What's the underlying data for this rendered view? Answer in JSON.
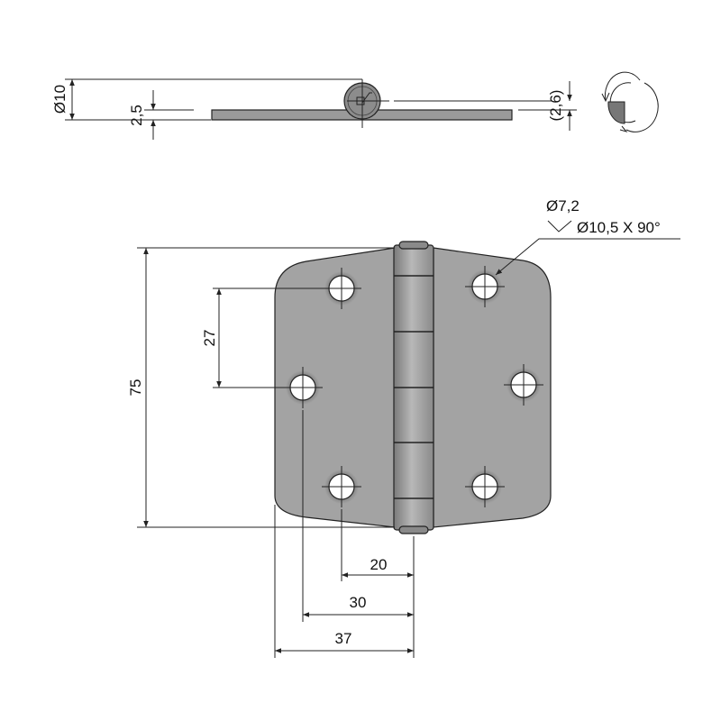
{
  "top_view": {
    "pin_diameter": "Ø10",
    "leaf_thickness": "2,5",
    "pin_offset": "(2,6)"
  },
  "front_view": {
    "hole_callout": {
      "diameter": "Ø7,2",
      "countersink": "Ø10,5 X 90°"
    },
    "height": "75",
    "hole_pitch": "27",
    "dim_20": "20",
    "dim_30": "30",
    "dim_37": "37"
  },
  "colors": {
    "metal": "#a3a3a3",
    "line": "#222222"
  }
}
